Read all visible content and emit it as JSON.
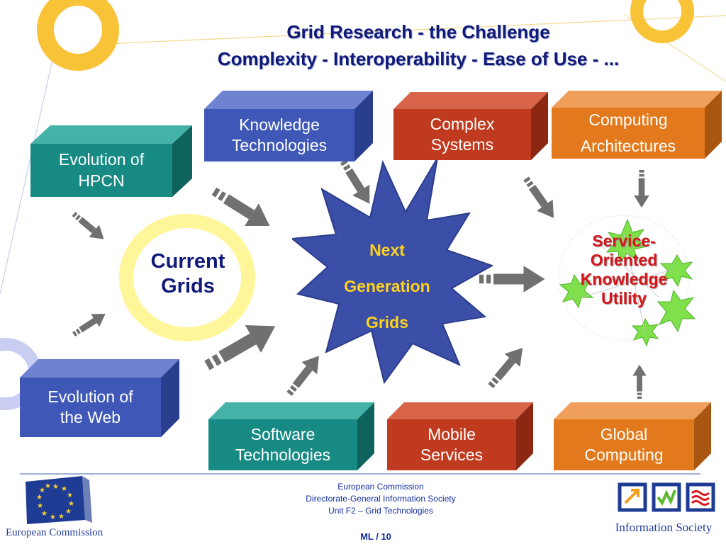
{
  "title": {
    "line1": "Grid Research - the Challenge",
    "line2": "Complexity - Interoperability - Ease of Use - ..."
  },
  "boxes": {
    "hpcn": "Evolution of\nHPCN",
    "knowledge": "Knowledge\nTechnologies",
    "complex": "Complex\nSystems",
    "computing": "Computing\nArchitectures",
    "web": "Evolution of\nthe Web",
    "software": "Software\nTechnologies",
    "mobile": "Mobile\nServices",
    "global": "Global\nComputing"
  },
  "current_grids": {
    "line1": "Current",
    "line2": "Grids"
  },
  "next_gen": {
    "line1": "Next",
    "line2": "Generation",
    "line3": "Grids"
  },
  "service_oriented": {
    "line1": "Service-",
    "line2": "Oriented",
    "line3": "Knowledge",
    "line4": "Utility"
  },
  "footer": {
    "org_line1": "European Commission",
    "org_line2": "Directorate-General Information Society",
    "org_line3": "Unit F2 – Grid Technologies",
    "page": "ML / 10",
    "ec_label": "European Commission",
    "is_label": "Information Society"
  },
  "colors": {
    "teal": "#178a84",
    "blue": "#3f58b8",
    "red": "#bf3a1e",
    "orange": "#e2791c",
    "star": "#3b4fa8",
    "title": "#101a7a",
    "yellow_ring": "#fff69a",
    "accent_gold": "#f9c338"
  },
  "icons": [
    "eu-flag-icon",
    "information-society-logo-icon",
    "arrow-icon"
  ]
}
